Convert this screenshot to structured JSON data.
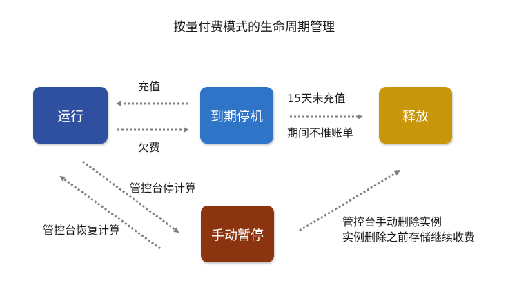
{
  "title": "按量付费模式的生命周期管理",
  "colors": {
    "running": "#2f4fa0",
    "expired": "#2f74c6",
    "released": "#c8960a",
    "manual": "#8b3410",
    "arrow": "#7f7f7f"
  },
  "nodes": {
    "running": "运行",
    "expired": "到期停机",
    "released": "释放",
    "manual": "手动暂停"
  },
  "edges": {
    "recharge": "充值",
    "overdue": "欠费",
    "not_recharged": "15天未充值",
    "no_billing": "期间不推账单",
    "console_stop": "管控台停计算",
    "console_resume": "管控台恢复计算",
    "console_delete": "管控台手动删除实例",
    "delete_continue": "实例删除之前存储继续收费"
  }
}
